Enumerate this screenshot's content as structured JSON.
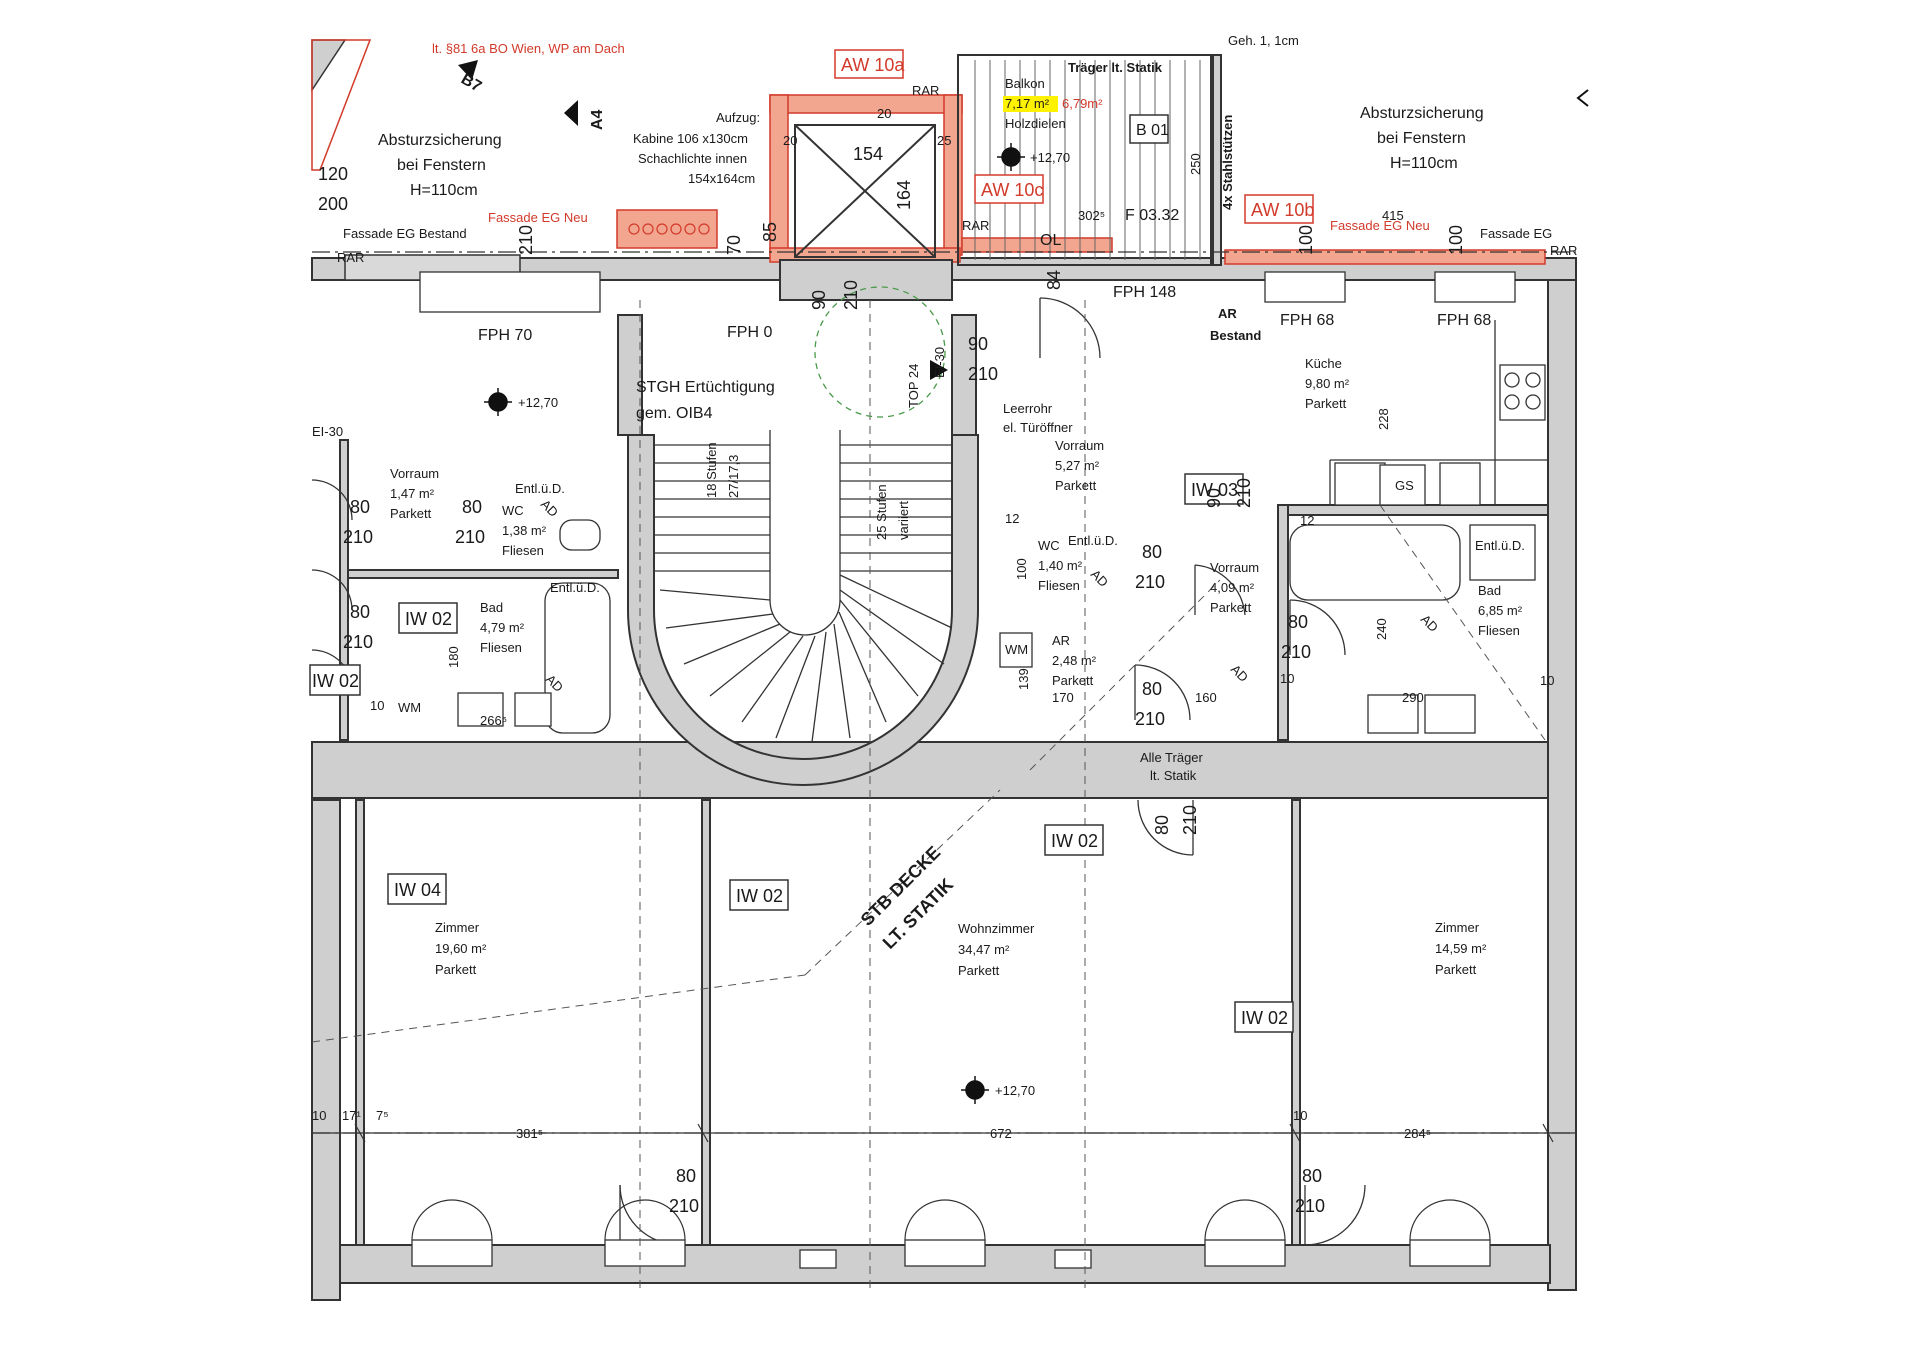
{
  "colors": {
    "wall_fill": "#cfcfcf",
    "wall_line": "#333333",
    "new_wall": "#f2a58f",
    "red_annot": "#d23a2a",
    "green_circle": "#4a9a4a",
    "yellow_highlight": "#fff200"
  },
  "annotations": {
    "bo_note": "lt. §81 6a BO Wien, WP am Dach",
    "fall_left_1": "Absturzsicherung",
    "fall_left_2": "bei Fenstern",
    "fall_left_3": "H=110cm",
    "fall_right_1": "Absturzsicherung",
    "fall_right_2": "bei Fenstern",
    "fall_right_3": "H=110cm",
    "facade_new_left": "Fassade EG Neu",
    "facade_new_right": "Fassade EG Neu",
    "facade_existing_left": "Fassade EG Bestand",
    "facade_eg_right": "Fassade EG",
    "elevator_1": "Aufzug:",
    "elevator_2": "Kabine 106 x130cm",
    "elevator_3": "Schachlichte innen",
    "elevator_4": "154x164cm",
    "beam_statics": "Träger lt. Statik",
    "steel_supports": "4x Stahlstützen",
    "stairwell_1": "STGH Ertüchtigung",
    "stairwell_2": "gem. OIB4",
    "conduit_1": "Leerrohr",
    "conduit_2": "el. Türöffner",
    "ar_existing_1": "AR",
    "ar_existing_2": "Bestand",
    "stb_1": "STB DECKE",
    "stb_2": "LT. STATIK",
    "all_beams_1": "Alle Träger",
    "all_beams_2": "lt. Statik",
    "steps_18": "18 Stufen",
    "steps_18b": "27/17,3",
    "steps_25": "25 Stufen",
    "steps_25b": "variiert",
    "top": "TOP 24",
    "level_1": "+12,70",
    "level_2": "+12,70",
    "level_3": "+12,70",
    "fph_70": "FPH 70",
    "fph_0": "FPH 0",
    "fph_148": "FPH 148",
    "fph_68a": "FPH 68",
    "fph_68b": "FPH 68",
    "a4": "A4",
    "b7": "B7",
    "ol": "OL",
    "f0332": "F 03.32",
    "b01": "B 01",
    "rar": "RAR",
    "ei30": "EI-30",
    "top_trunc": "Geh. 1, 1cm",
    "dim_120": "120",
    "dim_200": "200"
  },
  "tags": {
    "aw10a": "AW 10a",
    "aw10b": "AW 10b",
    "aw10c": "AW 10c",
    "iw02_bath": "IW 02",
    "iw02_left": "IW 02",
    "iw02_mid": "IW 02",
    "iw02_hall": "IW 02",
    "iw02_right": "IW 02",
    "iw03": "IW 03",
    "iw04": "IW 04"
  },
  "rooms": {
    "balkon": {
      "name": "Balkon",
      "area": "7,17 m²",
      "area2": "6,79m²",
      "floor": "Holzdielen"
    },
    "vorraum_left": {
      "name": "Vorraum",
      "area": "1,47 m²",
      "floor": "Parkett"
    },
    "wc_left": {
      "name": "WC",
      "area": "1,38 m²",
      "floor": "Fliesen"
    },
    "bad_left": {
      "name": "Bad",
      "area": "4,79 m²",
      "floor": "Fliesen"
    },
    "vorraum_mid": {
      "name": "Vorraum",
      "area": "5,27 m²",
      "floor": "Parkett"
    },
    "wc_mid": {
      "name": "WC",
      "area": "1,40 m²",
      "floor": "Fliesen"
    },
    "ar": {
      "name": "AR",
      "area": "2,48 m²",
      "floor": "Parkett"
    },
    "vorraum_right": {
      "name": "Vorraum",
      "area": "4,09 m²",
      "floor": "Parkett"
    },
    "kueche": {
      "name": "Küche",
      "area": "9,80 m²",
      "floor": "Parkett"
    },
    "bad_right": {
      "name": "Bad",
      "area": "6,85 m²",
      "floor": "Fliesen"
    },
    "zimmer_left": {
      "name": "Zimmer",
      "area": "19,60 m²",
      "floor": "Parkett"
    },
    "wohnzimmer": {
      "name": "Wohnzimmer",
      "area": "34,47 m²",
      "floor": "Parkett"
    },
    "zimmer_right": {
      "name": "Zimmer",
      "area": "14,59 m²",
      "floor": "Parkett"
    }
  },
  "labels": {
    "entl": "Entl.ü.D.",
    "wm": "WM",
    "gs": "GS",
    "ad": "AD"
  },
  "dims": {
    "d154": "154",
    "d164": "164",
    "d250": "250",
    "d302": "302⁵",
    "d415": "415",
    "d381": "381⁵",
    "d672": "672",
    "d284": "284⁵",
    "d228": "228",
    "d240": "240",
    "d290": "290",
    "d160": "160",
    "d180": "180",
    "d139": "139",
    "d170": "170",
    "d266": "266⁵",
    "d80": "80",
    "d90": "90",
    "d210": "210",
    "d20": "20",
    "d25": "25",
    "d10": "10",
    "d12": "12",
    "d17": "17¹",
    "d7": "7⁵",
    "d100": "100",
    "d84": "84",
    "d70": "70",
    "d85": "85"
  }
}
